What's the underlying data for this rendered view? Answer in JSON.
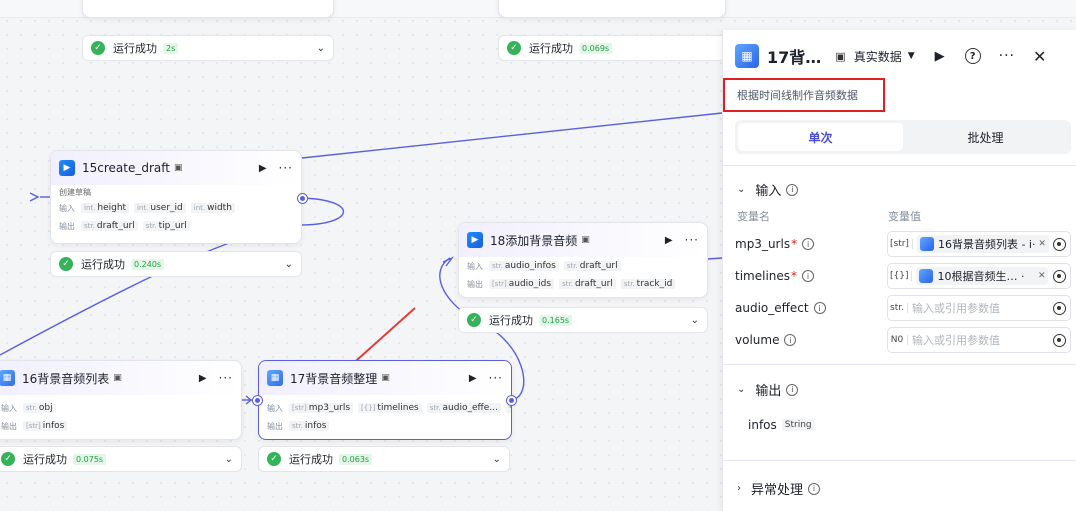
{
  "nodes": {
    "top_left_status": {
      "text": "运行成功",
      "time": "2s"
    },
    "top_mid_status": {
      "text": "运行成功",
      "time": "0.069s"
    },
    "n15": {
      "title": "15create_draft",
      "desc": "创建草稿",
      "in_label": "输入",
      "out_label": "输出",
      "inputs": [
        {
          "type": "int.",
          "name": "height"
        },
        {
          "type": "int.",
          "name": "user_id"
        },
        {
          "type": "int.",
          "name": "width"
        }
      ],
      "outputs": [
        {
          "type": "str.",
          "name": "draft_url"
        },
        {
          "type": "str.",
          "name": "tip_url"
        }
      ],
      "status": "运行成功",
      "time": "0.240s"
    },
    "n18": {
      "title": "18添加背景音频",
      "in_label": "输入",
      "out_label": "输出",
      "inputs": [
        {
          "type": "str.",
          "name": "audio_infos"
        },
        {
          "type": "str.",
          "name": "draft_url"
        }
      ],
      "outputs": [
        {
          "type": "[str]",
          "name": "audio_ids"
        },
        {
          "type": "str.",
          "name": "draft_url"
        },
        {
          "type": "str.",
          "name": "track_id"
        }
      ],
      "status": "运行成功",
      "time": "0.165s"
    },
    "n16": {
      "title": "16背景音频列表",
      "in_label": "输入",
      "out_label": "输出",
      "inputs": [
        {
          "type": "str.",
          "name": "obj"
        }
      ],
      "outputs": [
        {
          "type": "[str]",
          "name": "infos"
        }
      ],
      "status": "运行成功",
      "time": "0.075s"
    },
    "n17": {
      "title": "17背景音频整理",
      "in_label": "输入",
      "out_label": "输出",
      "inputs": [
        {
          "type": "[str]",
          "name": "mp3_urls"
        },
        {
          "type": "[{}]",
          "name": "timelines"
        },
        {
          "type": "str.",
          "name": "audio_effe..."
        }
      ],
      "outputs": [
        {
          "type": "str.",
          "name": "infos"
        }
      ],
      "status": "运行成功",
      "time": "0.063s"
    }
  },
  "panel": {
    "title": "17背…",
    "data_select": "真实数据",
    "description": "根据时间线制作音频数据",
    "tabs": [
      "单次",
      "批处理"
    ],
    "input_section": "输入",
    "col_name": "变量名",
    "col_value": "变量值",
    "params": [
      {
        "name": "mp3_urls",
        "required": "*",
        "type": "[str]",
        "ref": "16背景音频列表 - i·"
      },
      {
        "name": "timelines",
        "required": "*",
        "type": "[{}]",
        "ref": "10根据音频生… ·"
      },
      {
        "name": "audio_effect",
        "required": "",
        "type": "str.",
        "placeholder": "输入或引用参数值"
      },
      {
        "name": "volume",
        "required": "",
        "type": "N0",
        "placeholder": "输入或引用参数值"
      }
    ],
    "output_section": "输出",
    "output": {
      "name": "infos",
      "type": "String"
    },
    "error_section": "异常处理"
  },
  "colors": {
    "accent": "#5a5fe0",
    "success": "#33b35a",
    "highlight_box": "#e02020",
    "arrow": "#e53935"
  }
}
